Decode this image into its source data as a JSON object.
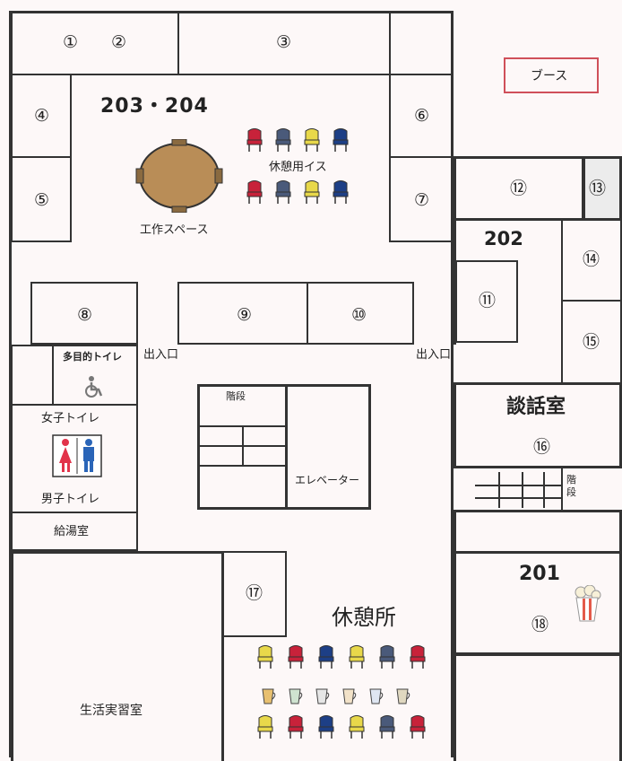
{
  "colors": {
    "chair_red": "#c8223a",
    "chair_blue": "#1d3f86",
    "chair_yellow": "#e8d84a",
    "chair_slate": "#4a5a7a",
    "table_brown": "#b98d57",
    "booth_border": "#d0505a",
    "toilet_female": "#e2334a",
    "toilet_male": "#2a65b8"
  },
  "rooms": {
    "r1": "①",
    "r2": "②",
    "r3": "③",
    "r4": "④",
    "r5": "⑤",
    "r6": "⑥",
    "r7": "⑦",
    "r8": "⑧",
    "r9": "⑨",
    "r10": "⑩",
    "r11": "⑪",
    "r12": "⑫",
    "r13": "⑬",
    "r14": "⑭",
    "r15": "⑮",
    "r16": "⑯",
    "r17": "⑰",
    "r18": "⑱"
  },
  "labels": {
    "room_203_204": "203・204",
    "rest_chairs": "休憩用イス",
    "craft_space": "工作スペース",
    "booth": "ブース",
    "room_202": "202",
    "multi_toilet": "多目的トイレ",
    "entrance_left": "出入口",
    "entrance_right": "出入口",
    "stairs_center": "階段",
    "elevator": "エレベーター",
    "lounge": "談話室",
    "stairs_right": "階段",
    "women_toilet": "女子トイレ",
    "men_toilet": "男子トイレ",
    "kitchenette": "給湯室",
    "room_201": "201",
    "rest_area": "休憩所",
    "life_practice_room": "生活実習室"
  }
}
